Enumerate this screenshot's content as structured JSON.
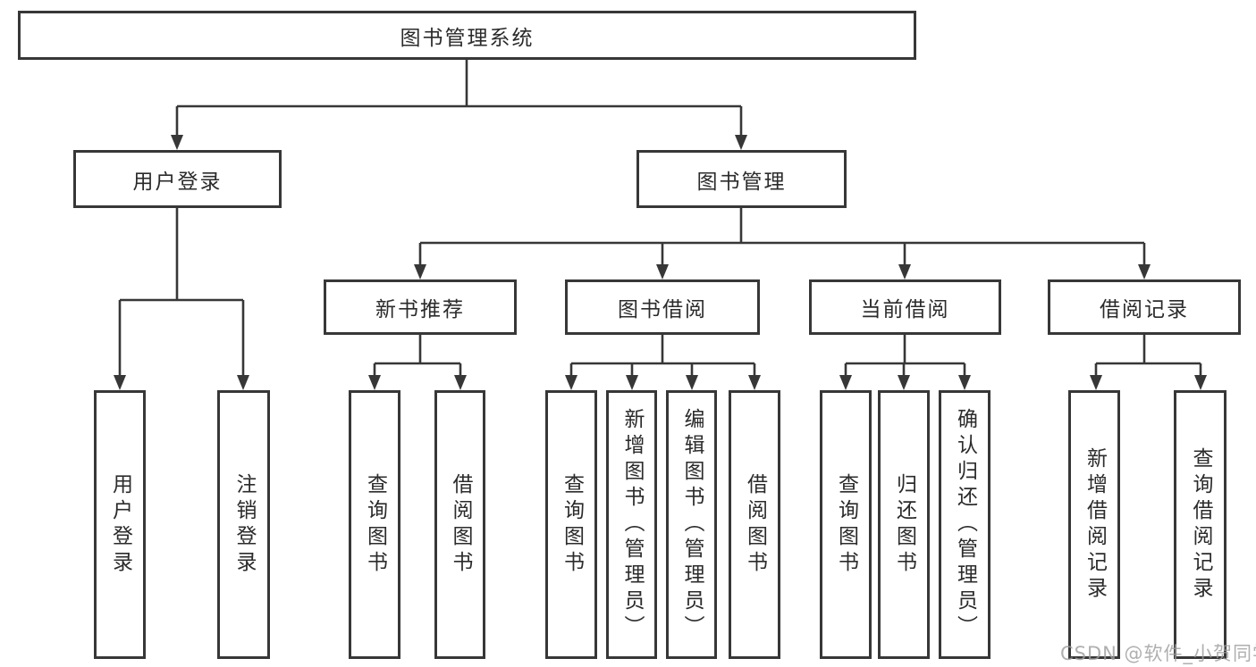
{
  "nodes": {
    "root": "图书管理系统",
    "user_login": "用户登录",
    "book_manage": "图书管理",
    "new_books": "新书推荐",
    "book_borrow": "图书借阅",
    "current_borrow": "当前借阅",
    "borrow_records": "借阅记录"
  },
  "leaves": {
    "login": [
      "用户登录",
      "注销登录"
    ],
    "new_books": [
      "查询图书",
      "借阅图书"
    ],
    "book_borrow": [
      "查询图书",
      "新增图书（管理员）",
      "编辑图书（管理员）",
      "借阅图书"
    ],
    "current_borrow": [
      "查询图书",
      "归还图书",
      "确认归还（管理员）"
    ],
    "borrow_records": [
      "新增借阅记录",
      "查询借阅记录"
    ]
  },
  "watermark": {
    "text": "CSDN @软件_小贺同学"
  },
  "colors": {
    "line": "#373737",
    "text": "#2b2b2b",
    "watermark": "#9e9e9e",
    "background": "#ffffff"
  }
}
